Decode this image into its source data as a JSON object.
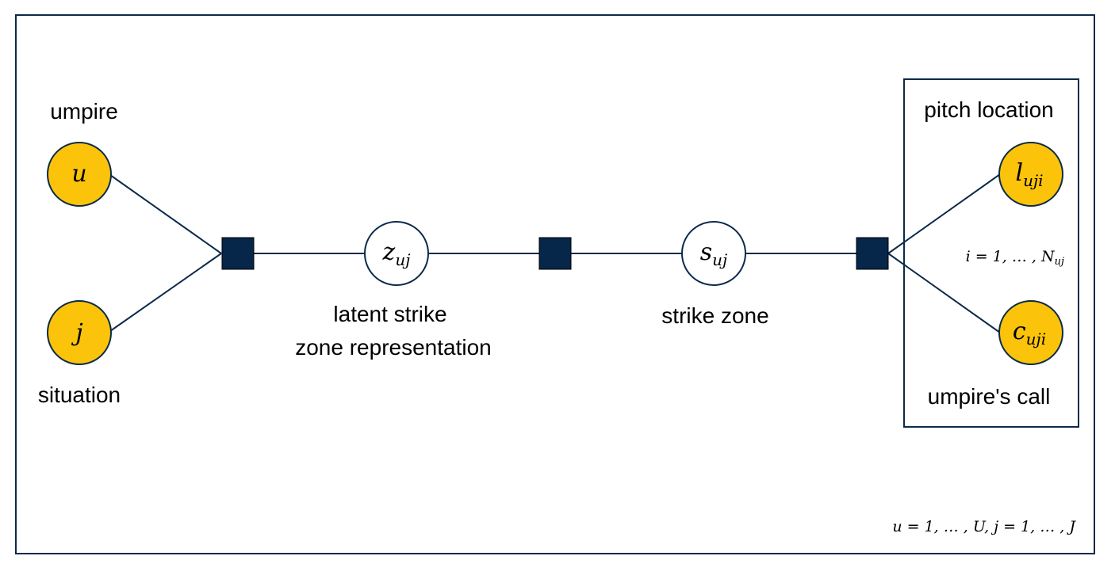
{
  "colors": {
    "frame": "#0b2a4a",
    "observed_fill": "#fbc40a",
    "latent_fill": "#ffffff",
    "factor_fill": "#06264a",
    "edge": "#0b2a4a"
  },
  "nodes": {
    "umpire": {
      "symbol": "u",
      "label": "umpire",
      "observed": true
    },
    "situation": {
      "symbol": "j",
      "label": "situation",
      "observed": true
    },
    "latent": {
      "symbol": "z",
      "subscript": "uj",
      "label_line1": "latent strike",
      "label_line2": "zone representation",
      "observed": false
    },
    "strike_zone": {
      "symbol": "s",
      "subscript": "uj",
      "label": "strike zone",
      "observed": false
    },
    "pitch_location": {
      "symbol": "l",
      "subscript": "uji",
      "label": "pitch location",
      "observed": true
    },
    "umpire_call": {
      "symbol": "c",
      "subscript": "uji",
      "label": "umpire's call",
      "observed": true
    }
  },
  "factors": [
    "factor-1",
    "factor-2",
    "factor-3"
  ],
  "inner_plate": {
    "index_text": "i = 1,  … , N",
    "index_subscript": "uj"
  },
  "outer_plate": {
    "index_text": "u = 1,  … , U, j = 1,  … , J"
  }
}
